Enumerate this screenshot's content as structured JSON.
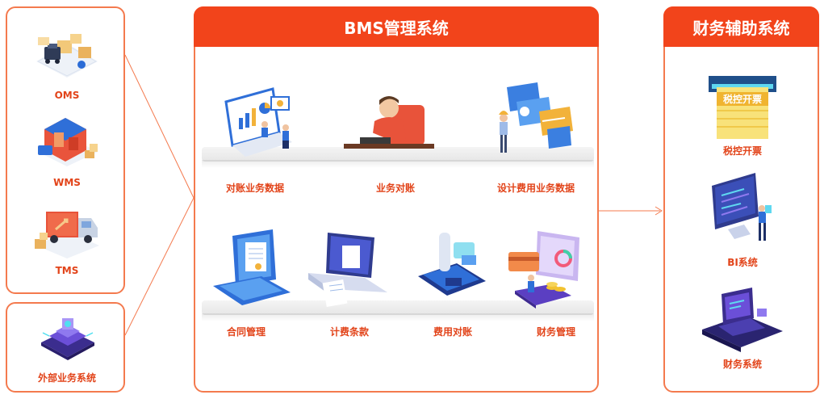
{
  "left_top_panel": {
    "items": [
      {
        "label": "OMS",
        "icon": "warehouse-delivery-icon"
      },
      {
        "label": "WMS",
        "icon": "warehouse-building-icon"
      },
      {
        "label": "TMS",
        "icon": "delivery-truck-icon"
      }
    ]
  },
  "left_bottom_panel": {
    "items": [
      {
        "label": "外部业务系统",
        "icon": "chip-platform-icon"
      }
    ]
  },
  "center_panel": {
    "title": "BMS管理系统",
    "row1": [
      {
        "label": "对账业务数据",
        "icon": "laptop-analytics-icon"
      },
      {
        "label": "业务对账",
        "icon": "person-at-desk-icon"
      },
      {
        "label": "设计费用业务数据",
        "icon": "dashboard-screens-icon"
      }
    ],
    "row2": [
      {
        "label": "合同管理",
        "icon": "contract-laptop-icon"
      },
      {
        "label": "计费条款",
        "icon": "billing-printer-icon"
      },
      {
        "label": "费用对账",
        "icon": "phone-receipt-icon"
      },
      {
        "label": "财务管理",
        "icon": "finance-card-coins-icon"
      }
    ]
  },
  "right_panel": {
    "title": "财务辅助系统",
    "items": [
      {
        "label": "税控开票",
        "icon": "tax-invoice-printer-icon",
        "icon_text": "税控开票"
      },
      {
        "label": "BI系统",
        "icon": "bi-monitor-icon"
      },
      {
        "label": "财务系统",
        "icon": "finance-laptop-icon"
      }
    ]
  },
  "colors": {
    "accent": "#f2441b",
    "border": "#f47a4e",
    "label": "#e2441a"
  }
}
